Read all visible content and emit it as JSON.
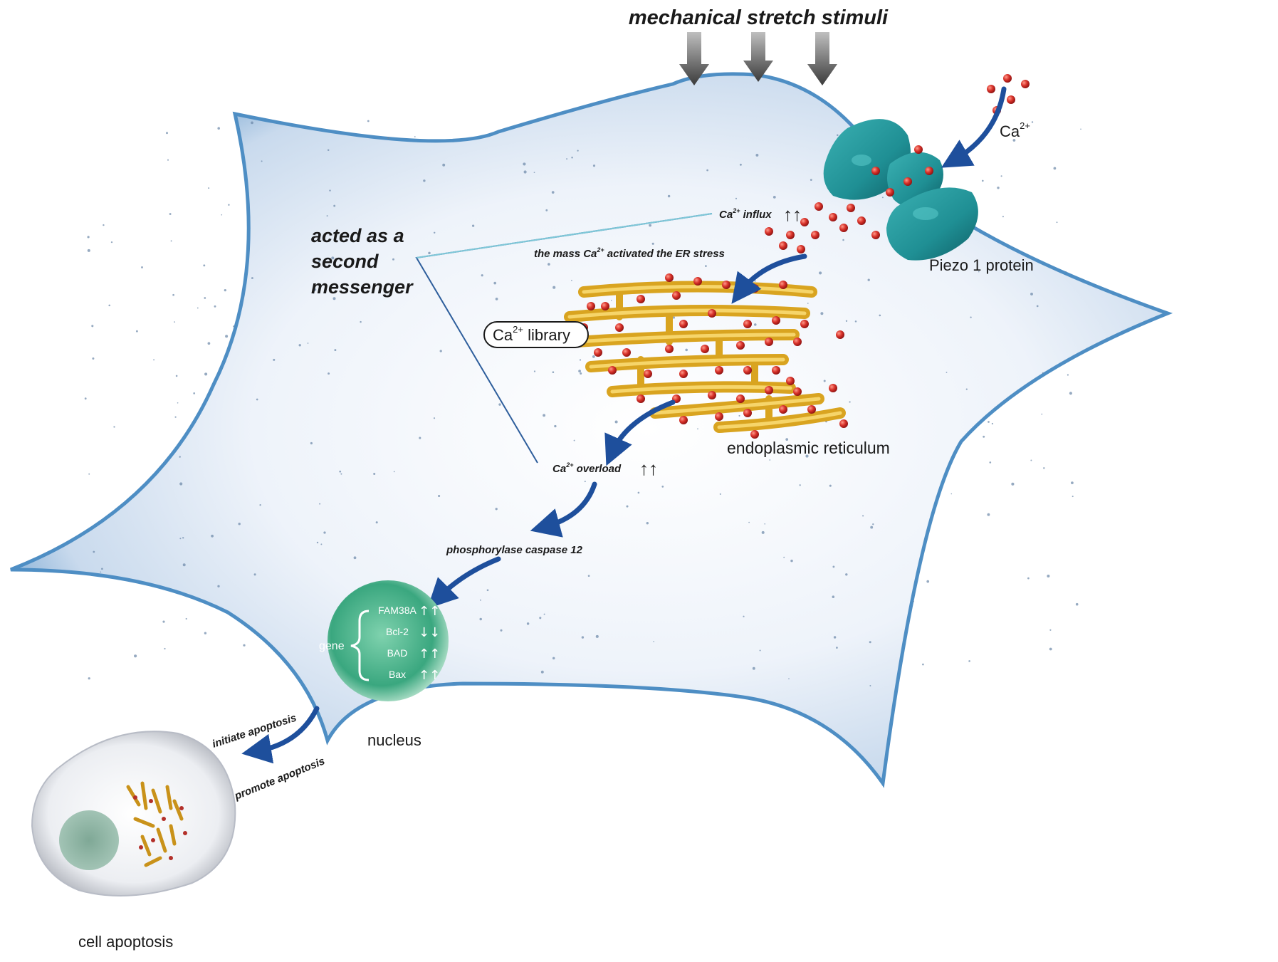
{
  "labels": {
    "stimulus": "mechanical stretch stimuli",
    "ca_outside": "Ca",
    "ca_outside_sup": "2+",
    "piezo": "Piezo 1 protein",
    "ca_influx_prefix": "Ca",
    "ca_influx_sup": "2+",
    "ca_influx": " influx",
    "second_messenger": [
      "acted as  a",
      "second",
      "messenger"
    ],
    "er_stress_prefix": "the mass Ca",
    "er_stress_sup": "2+",
    "er_stress_suffix": " activated the ER stress",
    "ca_library_prefix": "Ca",
    "ca_library_sup": "2+",
    "ca_library_suffix": " library",
    "er": "endoplasmic reticulum",
    "ca_overload_prefix": "Ca",
    "ca_overload_sup": "2+",
    "ca_overload": " overload",
    "caspase": "phosphorylase caspase 12",
    "nucleus": "nucleus",
    "gene": "gene",
    "initiate": "initiate apoptosis",
    "promote": "promote apoptosis",
    "apoptosis": "cell apoptosis",
    "arrows_up": "↑↑",
    "arrows_down": "↓↓"
  },
  "genes": [
    {
      "name": "FAM38A",
      "direction": "↑↑"
    },
    {
      "name": "Bcl-2",
      "direction": "↓↓"
    },
    {
      "name": "BAD",
      "direction": "↑↑"
    },
    {
      "name": "Bax",
      "direction": "↑↑"
    }
  ],
  "colors": {
    "cell_edge": "#4e8ec4",
    "cell_fill": "#f2f6fb",
    "piezo": "#1f8f94",
    "calcium": "#c62828",
    "er": "#d9a420",
    "nucleus": "#3aa77f",
    "arrow": "#1e4f9c"
  }
}
